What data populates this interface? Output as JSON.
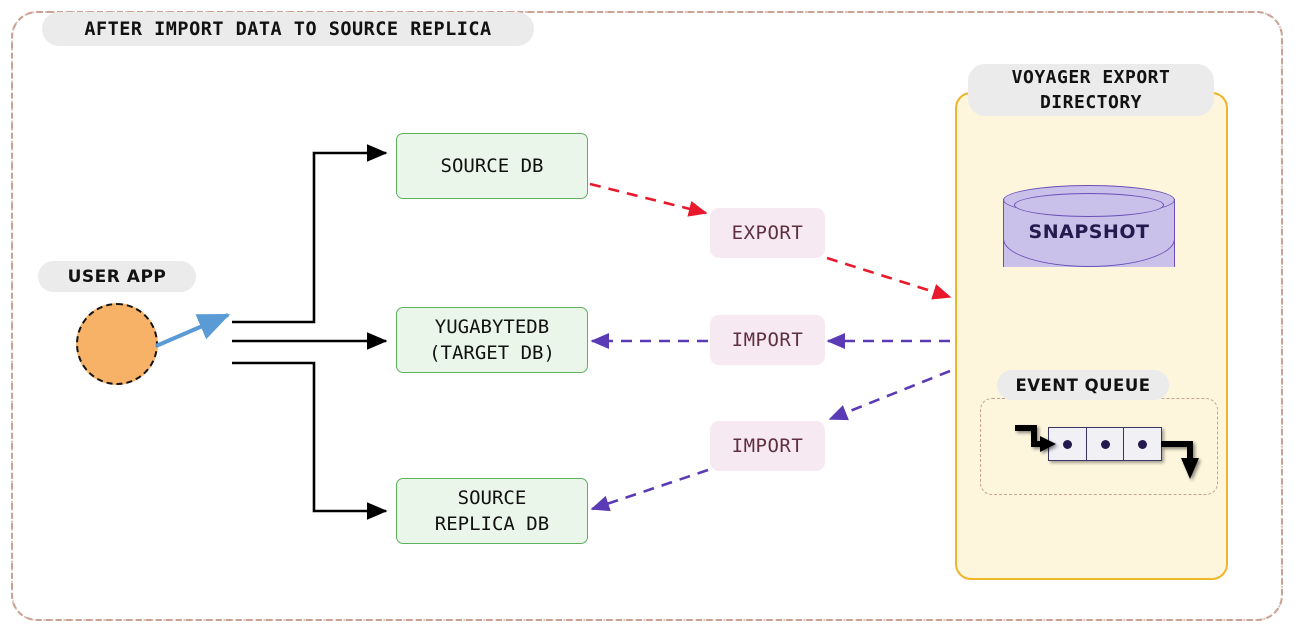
{
  "frame": {
    "title": "AFTER IMPORT DATA TO SOURCE REPLICA"
  },
  "user_app": {
    "title": "USER APP",
    "shape": "circle",
    "color": "#f7b267"
  },
  "databases": [
    {
      "id": "source-db",
      "label": "SOURCE DB"
    },
    {
      "id": "target-db",
      "label": "YUGABYTEDB\n(TARGET DB)"
    },
    {
      "id": "replica-db",
      "label": "SOURCE\nREPLICA DB"
    }
  ],
  "operations": [
    {
      "id": "export-op",
      "label": "EXPORT",
      "color": "#e8192c",
      "direction": "source-db -> voyager"
    },
    {
      "id": "import-op-1",
      "label": "IMPORT",
      "color": "#5b3bb5",
      "direction": "voyager -> target-db"
    },
    {
      "id": "import-op-2",
      "label": "IMPORT",
      "color": "#5b3bb5",
      "direction": "voyager -> replica-db"
    }
  ],
  "voyager": {
    "title": "VOYAGER EXPORT\nDIRECTORY",
    "title_line_1": "VOYAGER EXPORT",
    "title_line_2": "DIRECTORY",
    "accent": "#f0b429",
    "background": "#fdf6dd",
    "snapshot": {
      "label": "SNAPSHOT",
      "fill": "#c9c1ea",
      "stroke": "#6a4fb5"
    },
    "event_queue": {
      "title": "EVENT QUEUE",
      "cells": 3
    }
  },
  "colors": {
    "frame_border": "#c9a294",
    "chip_bg": "#ebebeb",
    "db_fill": "#eaf6ea",
    "db_border": "#5eb25e",
    "pill_bg": "#f7e9f1",
    "pill_text": "#5d2f3f",
    "user_arrow": "#5b9bd5"
  }
}
